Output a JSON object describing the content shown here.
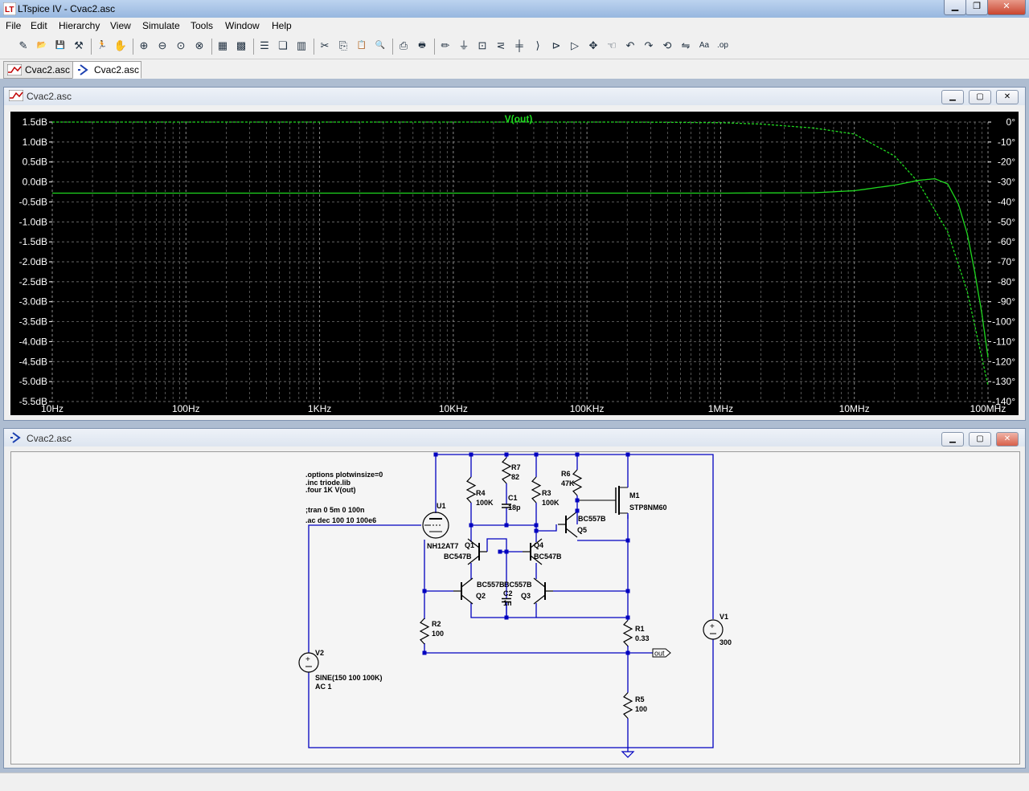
{
  "app": {
    "title": "LTspice IV - Cvac2.asc"
  },
  "menu": [
    "File",
    "Edit",
    "Hierarchy",
    "View",
    "Simulate",
    "Tools",
    "Window",
    "Help"
  ],
  "toolbar_icons": [
    "new-schematic-icon",
    "open-icon",
    "save-icon",
    "control-panel-icon",
    "run-icon",
    "pan-icon",
    "zoom-in-icon",
    "zoom-out-icon",
    "zoom-fit-icon",
    "zoom-cancel-icon",
    "autorange-icon",
    "grid-icon",
    "tile-horizontal-icon",
    "cascade-icon",
    "tile-vertical-icon",
    "cut-icon",
    "copy-icon",
    "paste-icon",
    "find-icon",
    "print-setup-icon",
    "print-icon",
    "wire-icon",
    "ground-icon",
    "label-net-icon",
    "resistor-icon",
    "capacitor-icon",
    "inductor-icon",
    "diode-icon",
    "component-icon",
    "move-icon",
    "drag-icon",
    "undo-icon",
    "redo-icon",
    "rotate-icon",
    "mirror-icon",
    "text-icon",
    "spice-directive-icon"
  ],
  "tabs": [
    {
      "label": "Cvac2.asc",
      "kind": "waveform"
    },
    {
      "label": "Cvac2.asc",
      "kind": "schematic"
    }
  ],
  "plot_window": {
    "title": "Cvac2.asc"
  },
  "schematic_window": {
    "title": "Cvac2.asc"
  },
  "colors": {
    "trace": "#1fd81f",
    "background": "#000000",
    "axis_text": "#ffffff",
    "wire": "#0000c0",
    "symbol": "#000000"
  },
  "chart_data": {
    "type": "line",
    "title": "V(out)",
    "x_axis": {
      "scale": "log",
      "min": 10,
      "max": 100000000,
      "tick_labels": [
        "10Hz",
        "100Hz",
        "1KHz",
        "10KHz",
        "100KHz",
        "1MHz",
        "10MHz",
        "100MHz"
      ]
    },
    "y_left": {
      "min": -5.5,
      "max": 1.5,
      "unit": "dB",
      "tick_labels": [
        "1.5dB",
        "1.0dB",
        "0.5dB",
        "0.0dB",
        "-0.5dB",
        "-1.0dB",
        "-1.5dB",
        "-2.0dB",
        "-2.5dB",
        "-3.0dB",
        "-3.5dB",
        "-4.0dB",
        "-4.5dB",
        "-5.0dB",
        "-5.5dB"
      ]
    },
    "y_right": {
      "min": -140,
      "max": 0,
      "unit": "°",
      "tick_labels": [
        "0°",
        "-10°",
        "-20°",
        "-30°",
        "-40°",
        "-50°",
        "-60°",
        "-70°",
        "-80°",
        "-90°",
        "-100°",
        "-110°",
        "-120°",
        "-130°",
        "-140°"
      ]
    },
    "grid": true,
    "series": [
      {
        "name": "V(out)",
        "quantity": "magnitude_dB",
        "style": "solid",
        "x": [
          10,
          100,
          1000,
          10000,
          100000,
          1000000,
          5000000,
          10000000,
          20000000,
          30000000,
          40000000,
          50000000,
          60000000,
          70000000,
          80000000,
          90000000,
          100000000
        ],
        "y": [
          -0.28,
          -0.28,
          -0.28,
          -0.28,
          -0.28,
          -0.28,
          -0.27,
          -0.22,
          -0.08,
          0.04,
          0.08,
          -0.05,
          -0.55,
          -1.3,
          -2.3,
          -3.3,
          -4.4
        ]
      },
      {
        "quantity": "phase_deg",
        "style": "dashed",
        "x": [
          10,
          100000,
          200000,
          1000000,
          2000000,
          5000000,
          10000000,
          20000000,
          30000000,
          50000000,
          70000000,
          100000000
        ],
        "y": [
          0,
          0,
          0,
          -0.3,
          -1,
          -3,
          -6,
          -17,
          -30,
          -55,
          -85,
          -132
        ]
      }
    ]
  },
  "schematic": {
    "directives": [
      ".options plotwinsize=0",
      ".inc triode.lib",
      ".four 1K V(out)",
      ";tran 0 5m 0 100n",
      ".ac dec 100 10 100e6"
    ],
    "components": [
      {
        "ref": "U1",
        "value": "NH12AT7"
      },
      {
        "ref": "Q1",
        "value": "BC547B"
      },
      {
        "ref": "Q2",
        "value": "BC557B"
      },
      {
        "ref": "Q3",
        "value": "BC557B"
      },
      {
        "ref": "Q4",
        "value": "BC547B"
      },
      {
        "ref": "Q5",
        "value": "BC557B"
      },
      {
        "ref": "M1",
        "value": "STP8NM60"
      },
      {
        "ref": "R1",
        "value": "0.33"
      },
      {
        "ref": "R2",
        "value": "100"
      },
      {
        "ref": "R3",
        "value": "100K"
      },
      {
        "ref": "R4",
        "value": "100K"
      },
      {
        "ref": "R5",
        "value": "100"
      },
      {
        "ref": "R6",
        "value": "47K"
      },
      {
        "ref": "R7",
        "value": "82"
      },
      {
        "ref": "C1",
        "value": "18p"
      },
      {
        "ref": "C2",
        "value": "1n"
      },
      {
        "ref": "V1",
        "value": "300"
      },
      {
        "ref": "V2",
        "value": "SINE(150 100 100K)",
        "value2": "AC 1"
      }
    ],
    "net_label": "out"
  }
}
